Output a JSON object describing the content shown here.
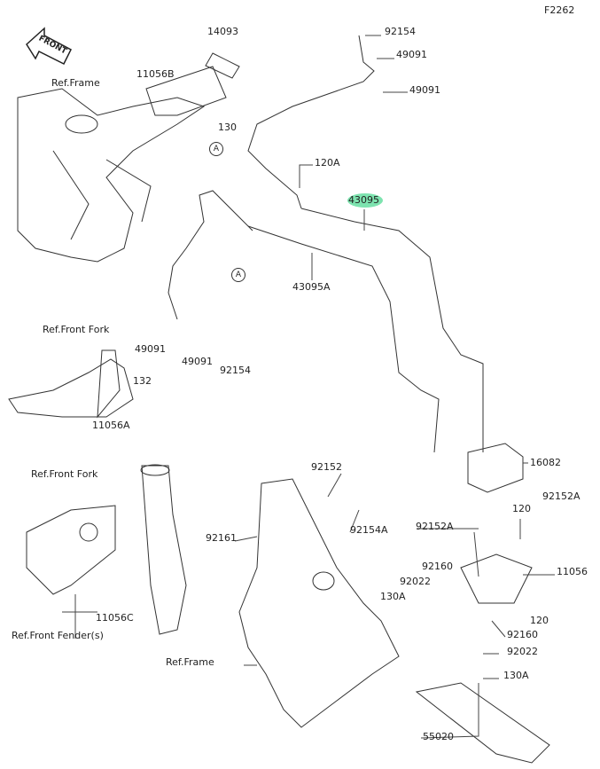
{
  "diagram_code": "F2262",
  "front_badge": "FRONT",
  "highlight_color": "#6fe0a6",
  "callouts": {
    "c14093": "14093",
    "c11056B": "11056B",
    "c130": "130",
    "refA1": "A",
    "ref_frame_top": "Ref.Frame",
    "c92154_top": "92154",
    "c49091_a": "49091",
    "c49091_b": "49091",
    "c120A": "120A",
    "c43095": "43095",
    "c43095A": "43095A",
    "refA2": "A",
    "ref_front_fork_1": "Ref.Front Fork",
    "c49091_c": "49091",
    "c49091_d": "49091",
    "c92154_mid": "92154",
    "c132": "132",
    "c11056A": "11056A",
    "c16082": "16082",
    "c92152": "92152",
    "c92154A": "92154A",
    "c92161": "92161",
    "ref_front_fork_2": "Ref.Front Fork",
    "c92152A_a": "92152A",
    "c120_a": "120",
    "c92152A_b": "92152A",
    "c11056": "11056",
    "c92160_a": "92160",
    "c92022_a": "92022",
    "c130A_a": "130A",
    "c120_b": "120",
    "c92160_b": "92160",
    "c92022_b": "92022",
    "c130A_b": "130A",
    "c11056C": "11056C",
    "ref_front_fender": "Ref.Front Fender(s)",
    "ref_frame_bottom": "Ref.Frame",
    "c55020": "55020"
  }
}
